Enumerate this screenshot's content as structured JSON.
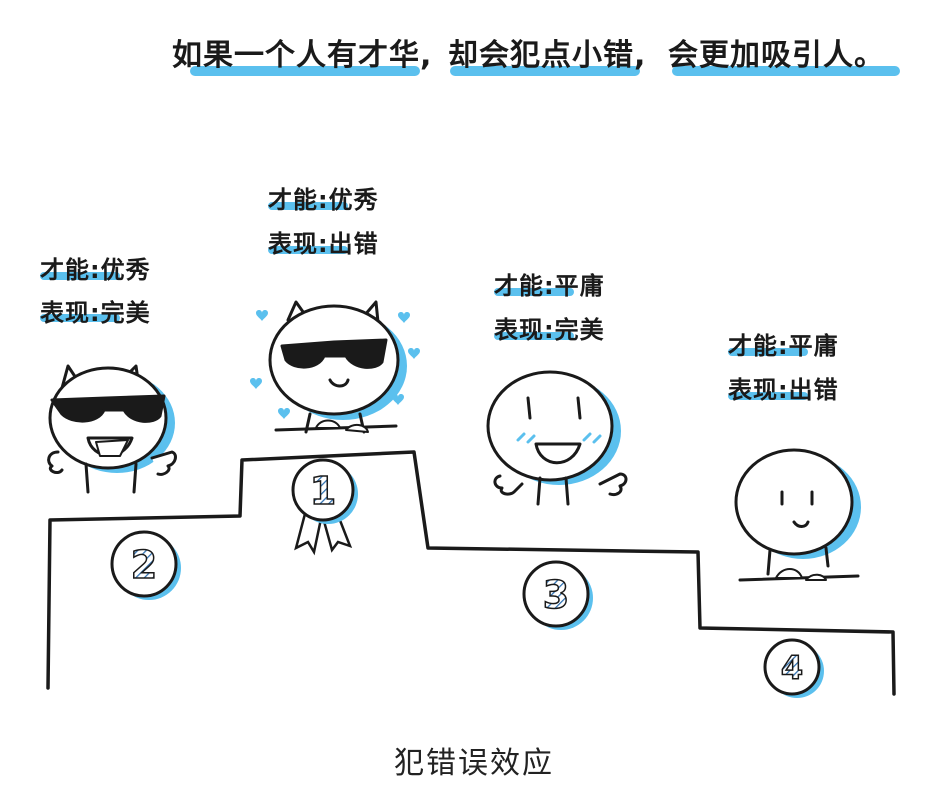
{
  "headline": {
    "part1": "如果一个人有才华,",
    "part2": "却会犯点小错,",
    "part3": "会更加吸引人。"
  },
  "podium": [
    {
      "rank": "2",
      "talent_label": "才能:",
      "talent_value": "优秀",
      "performance_label": "表现:",
      "performance_value": "完美"
    },
    {
      "rank": "1",
      "talent_label": "才能:",
      "talent_value": "优秀",
      "performance_label": "表现:",
      "performance_value": "出错"
    },
    {
      "rank": "3",
      "talent_label": "才能:",
      "talent_value": "平庸",
      "performance_label": "表现:",
      "performance_value": "完美"
    },
    {
      "rank": "4",
      "talent_label": "才能:",
      "talent_value": "平庸",
      "performance_label": "表现:",
      "performance_value": "出错"
    }
  ],
  "caption": "犯错误效应",
  "colors": {
    "accent": "#5bc0ee",
    "ink": "#1a1a1a"
  }
}
